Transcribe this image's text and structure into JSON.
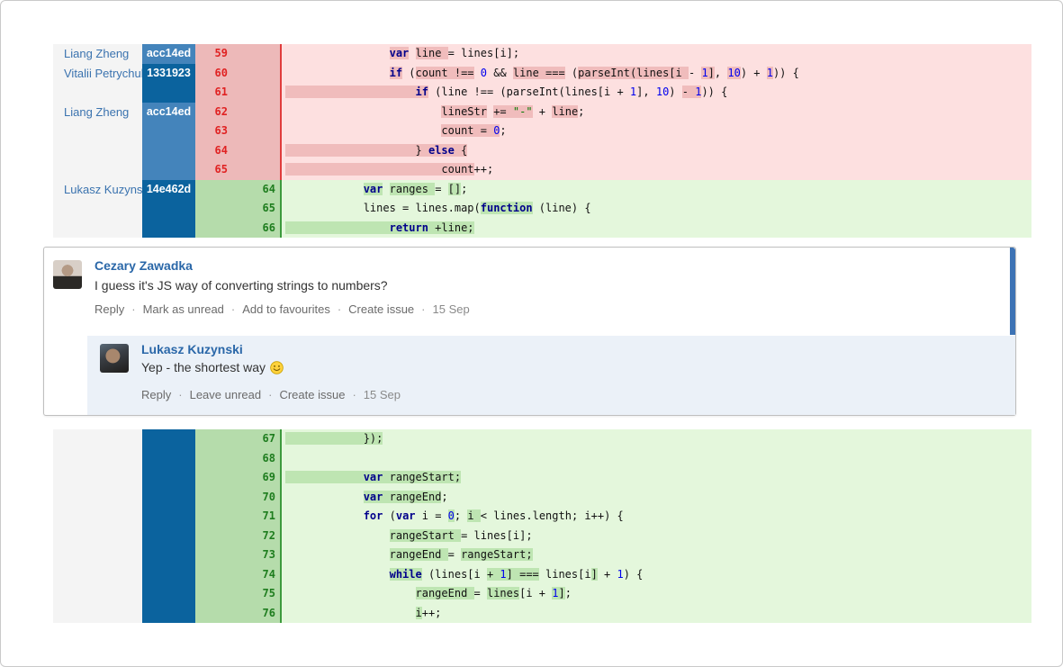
{
  "colors": {
    "blame_light_blue": "#4484bb",
    "blame_dark_blue": "#0b639e",
    "author_link": "#3b73af",
    "red_code_bg": "#fde0e0",
    "red_hl": "#f0bcbc",
    "red_gutter": "#edb9b9",
    "red_divider": "#e03c3c",
    "red_line_num": "#e02222",
    "green_code_bg": "#e4f7dc",
    "green_hl": "#bee5b2",
    "green_gutter": "#b5dcab",
    "green_divider": "#3c9a3c",
    "green_line_num": "#1e7d1e",
    "keyword": "#00008b",
    "number": "#0000ee",
    "string": "#007a00",
    "comment_name": "#2a67a8",
    "reply_bg": "#ebf1f8",
    "unread_bar": "#3d73b5",
    "action_link": "#6b6b6b"
  },
  "comment_thread": {
    "comment": {
      "author": "Cezary Zawadka",
      "body": "I guess it's JS way of converting strings to numbers?",
      "actions": [
        "Reply",
        "Mark as unread",
        "Add to favourites",
        "Create issue"
      ],
      "date": "15 Sep"
    },
    "reply": {
      "author": "Lukasz Kuzynski",
      "body": "Yep - the shortest way",
      "emoji": "smiley",
      "actions": [
        "Reply",
        "Leave unread",
        "Create issue"
      ],
      "date": "15 Sep"
    }
  },
  "diff_tables": [
    {
      "name": "top",
      "rows": [
        {
          "author": "Liang Zheng",
          "hash": "acc14ed",
          "shade": "light",
          "type": "del",
          "old": "59",
          "new": "",
          "code": [
            [
              "                ",
              "p",
              0
            ],
            [
              "var",
              "k",
              1
            ],
            [
              " ",
              "p",
              0
            ],
            [
              "line ",
              "p",
              1
            ],
            [
              "= lines[i];",
              "p",
              0
            ]
          ]
        },
        {
          "author": "Vitalii Petrychuk",
          "hash": "1331923",
          "shade": "dark",
          "type": "del",
          "old": "60",
          "new": "",
          "code": [
            [
              "                ",
              "p",
              0
            ],
            [
              "if",
              "k",
              1
            ],
            [
              " (",
              "p",
              0
            ],
            [
              "count !==",
              "p",
              1
            ],
            [
              " ",
              "p",
              0
            ],
            [
              "0",
              "n",
              0
            ],
            [
              " && ",
              "p",
              0
            ],
            [
              "line ===",
              "p",
              1
            ],
            [
              " (",
              "p",
              0
            ],
            [
              "parseInt(lines[i ",
              "p",
              1
            ],
            [
              "- ",
              "p",
              0
            ],
            [
              "1",
              "n",
              1
            ],
            [
              "]",
              "p",
              1
            ],
            [
              ", ",
              "p",
              0
            ],
            [
              "10",
              "n",
              1
            ],
            [
              ") + ",
              "p",
              0
            ],
            [
              "1",
              "n",
              1
            ],
            [
              ")) {",
              "p",
              0
            ]
          ]
        },
        {
          "author": "",
          "hash": "",
          "shade": "dark",
          "type": "del",
          "old": "61",
          "new": "",
          "code": [
            [
              "                    ",
              "p",
              1
            ],
            [
              "if",
              "k",
              1
            ],
            [
              " (line !== (parseInt(lines[i + ",
              "p",
              0
            ],
            [
              "1",
              "n",
              0
            ],
            [
              "], ",
              "p",
              0
            ],
            [
              "10",
              "n",
              0
            ],
            [
              ") ",
              "p",
              0
            ],
            [
              "- ",
              "p",
              1
            ],
            [
              "1",
              "n",
              1
            ],
            [
              ")) {",
              "p",
              0
            ]
          ]
        },
        {
          "author": "Liang Zheng",
          "hash": "acc14ed",
          "shade": "light",
          "type": "del",
          "old": "62",
          "new": "",
          "code": [
            [
              "                        ",
              "p",
              0
            ],
            [
              "lineStr",
              "p",
              1
            ],
            [
              " ",
              "p",
              0
            ],
            [
              "+= ",
              "p",
              1
            ],
            [
              "\"-\"",
              "s",
              1
            ],
            [
              " + ",
              "p",
              0
            ],
            [
              "line",
              "p",
              1
            ],
            [
              ";",
              "p",
              0
            ]
          ]
        },
        {
          "author": "",
          "hash": "",
          "shade": "light",
          "type": "del",
          "old": "63",
          "new": "",
          "code": [
            [
              "                        ",
              "p",
              0
            ],
            [
              "count = ",
              "p",
              1
            ],
            [
              "0",
              "n",
              1
            ],
            [
              ";",
              "p",
              0
            ]
          ]
        },
        {
          "author": "",
          "hash": "",
          "shade": "light",
          "type": "del",
          "old": "64",
          "new": "",
          "code": [
            [
              "                    ",
              "p",
              1
            ],
            [
              "} ",
              "p",
              1
            ],
            [
              "else",
              "k",
              1
            ],
            [
              " {",
              "p",
              1
            ]
          ]
        },
        {
          "author": "",
          "hash": "",
          "shade": "light",
          "type": "del",
          "old": "65",
          "new": "",
          "code": [
            [
              "                        ",
              "p",
              1
            ],
            [
              "count",
              "p",
              1
            ],
            [
              "++;",
              "p",
              0
            ]
          ]
        },
        {
          "author": "Lukasz Kuzynski",
          "hash": "14e462d",
          "shade": "dark",
          "type": "add",
          "old": "",
          "new": "64",
          "code": [
            [
              "            ",
              "p",
              0
            ],
            [
              "var",
              "k",
              1
            ],
            [
              " ",
              "p",
              0
            ],
            [
              "ranges ",
              "p",
              1
            ],
            [
              "= ",
              "p",
              0
            ],
            [
              "[]",
              "p",
              1
            ],
            [
              ";",
              "p",
              0
            ]
          ]
        },
        {
          "author": "",
          "hash": "",
          "shade": "dark",
          "type": "add",
          "old": "",
          "new": "65",
          "code": [
            [
              "            ",
              "p",
              0
            ],
            [
              "lines = lines.map(",
              "p",
              0
            ],
            [
              "function",
              "k",
              1
            ],
            [
              " (line) {",
              "p",
              0
            ]
          ]
        },
        {
          "author": "",
          "hash": "",
          "shade": "dark",
          "type": "add",
          "old": "",
          "new": "66",
          "code": [
            [
              "                ",
              "p",
              1
            ],
            [
              "return",
              "k",
              1
            ],
            [
              " +line;",
              "p",
              1
            ]
          ]
        }
      ]
    },
    {
      "name": "bottom",
      "rows": [
        {
          "author": "",
          "hash": "",
          "shade": "dark",
          "type": "add",
          "old": "",
          "new": "67",
          "code": [
            [
              "            ",
              "p",
              1
            ],
            [
              "});",
              "p",
              1
            ]
          ]
        },
        {
          "author": "",
          "hash": "",
          "shade": "dark",
          "type": "add",
          "old": "",
          "new": "68",
          "code": [
            [
              "",
              "p",
              0
            ]
          ]
        },
        {
          "author": "",
          "hash": "",
          "shade": "dark",
          "type": "add",
          "old": "",
          "new": "69",
          "code": [
            [
              "            ",
              "p",
              1
            ],
            [
              "var",
              "k",
              1
            ],
            [
              " rangeStart;",
              "p",
              1
            ]
          ]
        },
        {
          "author": "",
          "hash": "",
          "shade": "dark",
          "type": "add",
          "old": "",
          "new": "70",
          "code": [
            [
              "            ",
              "p",
              0
            ],
            [
              "var",
              "k",
              1
            ],
            [
              " rangeEnd",
              "p",
              1
            ],
            [
              ";",
              "p",
              0
            ]
          ]
        },
        {
          "author": "",
          "hash": "",
          "shade": "dark",
          "type": "add",
          "old": "",
          "new": "71",
          "code": [
            [
              "            ",
              "p",
              0
            ],
            [
              "for",
              "k",
              0
            ],
            [
              " (",
              "p",
              0
            ],
            [
              "var",
              "k",
              0
            ],
            [
              " i = ",
              "p",
              0
            ],
            [
              "0",
              "n",
              1
            ],
            [
              "; ",
              "p",
              0
            ],
            [
              "i ",
              "p",
              1
            ],
            [
              "< lines.length; i++) {",
              "p",
              0
            ]
          ]
        },
        {
          "author": "",
          "hash": "",
          "shade": "dark",
          "type": "add",
          "old": "",
          "new": "72",
          "code": [
            [
              "                ",
              "p",
              0
            ],
            [
              "rangeStart ",
              "p",
              1
            ],
            [
              "= lines[i];",
              "p",
              0
            ]
          ]
        },
        {
          "author": "",
          "hash": "",
          "shade": "dark",
          "type": "add",
          "old": "",
          "new": "73",
          "code": [
            [
              "                ",
              "p",
              0
            ],
            [
              "rangeEnd ",
              "p",
              1
            ],
            [
              "= ",
              "p",
              0
            ],
            [
              "rangeStart;",
              "p",
              1
            ]
          ]
        },
        {
          "author": "",
          "hash": "",
          "shade": "dark",
          "type": "add",
          "old": "",
          "new": "74",
          "code": [
            [
              "                ",
              "p",
              0
            ],
            [
              "while",
              "k",
              1
            ],
            [
              " (lines[i ",
              "p",
              0
            ],
            [
              "+ ",
              "p",
              1
            ],
            [
              "1",
              "n",
              1
            ],
            [
              "] ===",
              "p",
              1
            ],
            [
              " lines[i",
              "p",
              0
            ],
            [
              "]",
              "p",
              1
            ],
            [
              " + ",
              "p",
              0
            ],
            [
              "1",
              "n",
              0
            ],
            [
              ") {",
              "p",
              0
            ]
          ]
        },
        {
          "author": "",
          "hash": "",
          "shade": "dark",
          "type": "add",
          "old": "",
          "new": "75",
          "code": [
            [
              "                    ",
              "p",
              0
            ],
            [
              "rangeEnd ",
              "p",
              1
            ],
            [
              "= ",
              "p",
              0
            ],
            [
              "lines",
              "p",
              1
            ],
            [
              "[i + ",
              "p",
              0
            ],
            [
              "1",
              "n",
              1
            ],
            [
              "]",
              "p",
              1
            ],
            [
              ";",
              "p",
              0
            ]
          ]
        },
        {
          "author": "",
          "hash": "",
          "shade": "dark",
          "type": "add",
          "old": "",
          "new": "76",
          "code": [
            [
              "                    ",
              "p",
              0
            ],
            [
              "i",
              "p",
              1
            ],
            [
              "++;",
              "p",
              0
            ]
          ]
        }
      ]
    }
  ]
}
